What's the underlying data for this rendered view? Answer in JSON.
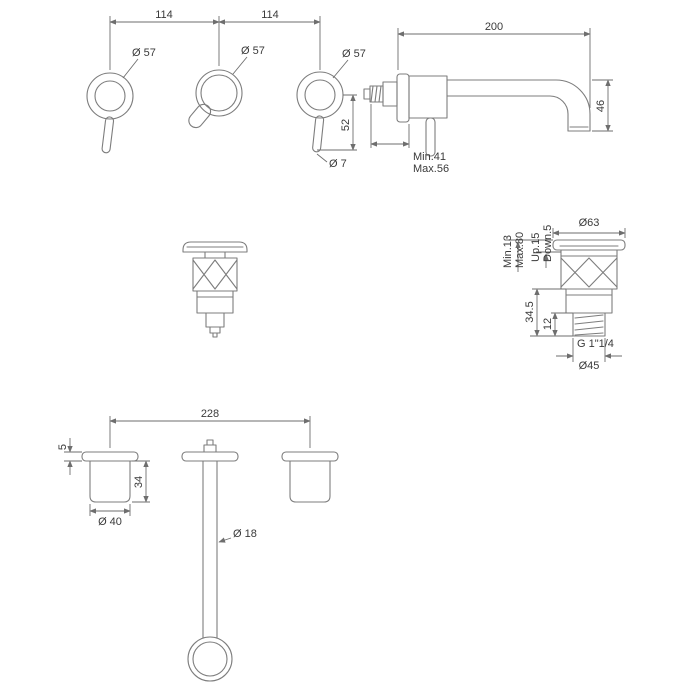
{
  "page": {
    "background": "#ffffff",
    "line_color": "#7d7d7d",
    "dim_color": "#6e6e6e",
    "text_color": "#3a3a3a"
  },
  "front_view": {
    "dim_spacing_left": "114",
    "dim_spacing_right": "114",
    "dia_left_handle": "Ø 57",
    "dia_spout_rosette": "Ø 57",
    "dia_right_handle": "Ø 57",
    "dim_lever_length": "52",
    "dia_lever_tip": "Ø 7"
  },
  "side_view": {
    "dim_spout_reach": "200",
    "dim_drop": "46",
    "dim_wall_min": "Min.41",
    "dim_wall_max": "Max.56"
  },
  "waste_view": {
    "dia_cap": "Ø63",
    "dim_min": "Min.13",
    "dim_max": "Max.80",
    "dim_up": "Up.15",
    "dim_down": "Down.5",
    "dim_body_height": "34.5",
    "dim_thread_length": "12",
    "thread_size": "G 1\"1/4",
    "dia_thread": "Ø45"
  },
  "plan_view": {
    "dim_spacing": "228",
    "dim_rosette_depth": "5",
    "dim_handle_depth": "34",
    "dia_handle": "Ø 40",
    "dia_spout_tube": "Ø 18"
  }
}
